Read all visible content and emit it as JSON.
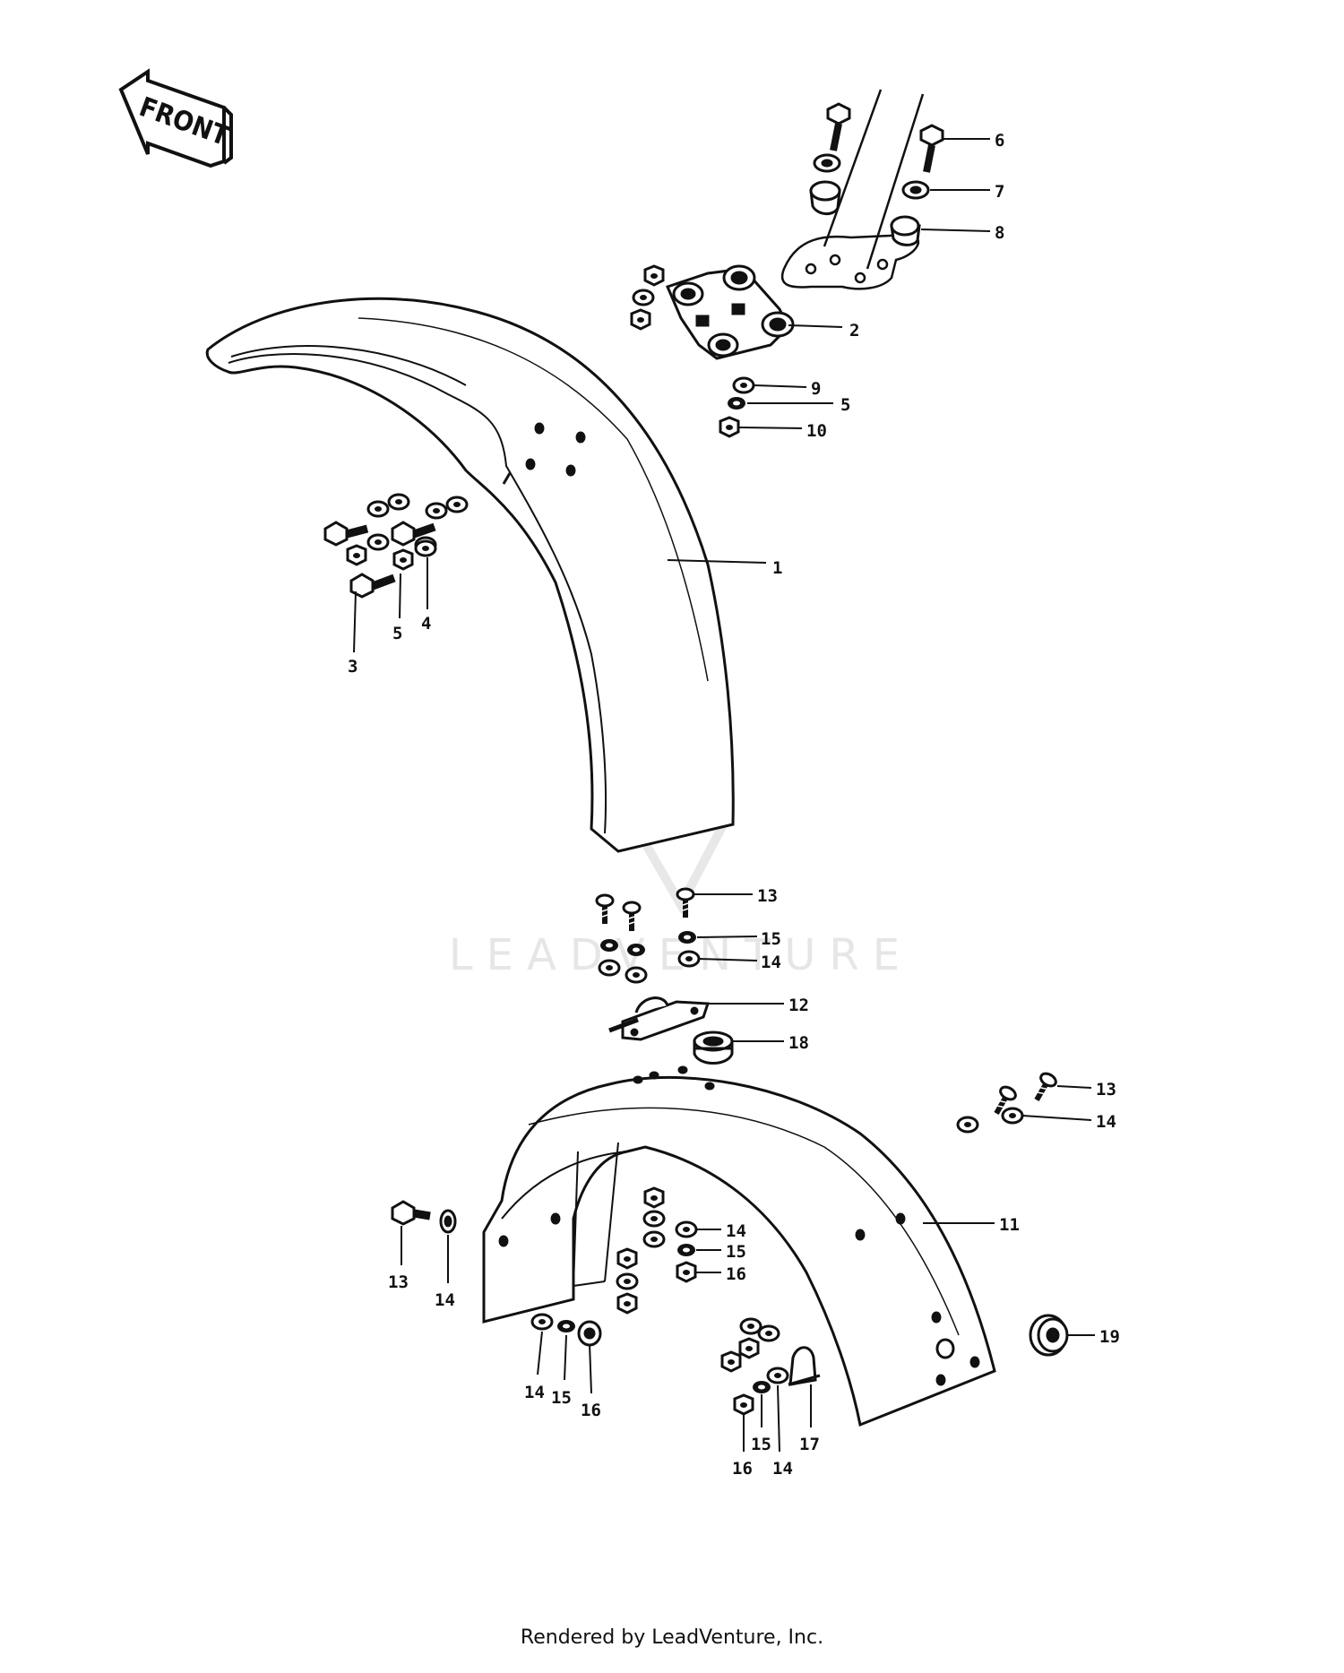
{
  "direction_arrow": {
    "label": "FRONT"
  },
  "watermark": {
    "brand": "LEADVENTURE"
  },
  "footer": {
    "text": "Rendered by LeadVenture, Inc."
  },
  "callouts": {
    "c1": "1",
    "c2": "2",
    "c3": "3",
    "c4": "4",
    "c5a": "5",
    "c5b": "5",
    "c6": "6",
    "c7": "7",
    "c8": "8",
    "c9": "9",
    "c10": "10",
    "c11": "11",
    "c12": "12",
    "c13a": "13",
    "c13b": "13",
    "c13c": "13",
    "c14a": "14",
    "c14b": "14",
    "c14c": "14",
    "c14d": "14",
    "c14e": "14",
    "c14f": "14",
    "c15a": "15",
    "c15b": "15",
    "c15c": "15",
    "c15d": "15",
    "c16a": "16",
    "c16b": "16",
    "c16c": "16",
    "c17": "17",
    "c18": "18",
    "c19": "19"
  }
}
